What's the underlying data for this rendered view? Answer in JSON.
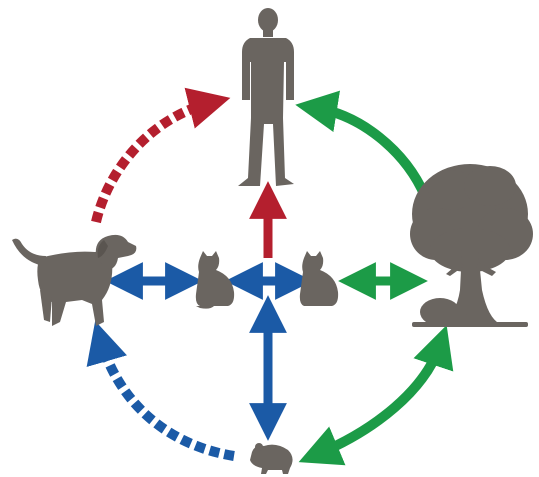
{
  "colors": {
    "silhouette": "#6a6560",
    "red_arrow": "#b41f2e",
    "green_arrow": "#1c9b47",
    "blue_arrow": "#1b5aa6",
    "background": "#ffffff"
  },
  "nodes": [
    {
      "id": "human",
      "icon": "human-silhouette-icon"
    },
    {
      "id": "dog",
      "icon": "dog-silhouette-icon"
    },
    {
      "id": "tree",
      "icon": "tree-silhouette-icon"
    },
    {
      "id": "rodent",
      "icon": "rodent-silhouette-icon"
    },
    {
      "id": "cat_left",
      "icon": "cat-silhouette-icon"
    },
    {
      "id": "cat_right",
      "icon": "cat-silhouette-icon"
    }
  ],
  "edges": [
    {
      "from": "dog",
      "to": "human",
      "color": "red",
      "style": "dashed",
      "direction": "one-way"
    },
    {
      "from": "tree",
      "to": "human",
      "color": "green",
      "style": "solid",
      "direction": "one-way"
    },
    {
      "from": "rodent",
      "to": "tree",
      "color": "green",
      "style": "solid",
      "direction": "two-way"
    },
    {
      "from": "rodent",
      "to": "dog",
      "color": "blue",
      "style": "dashed",
      "direction": "one-way"
    },
    {
      "from": "cats",
      "to": "human",
      "color": "red",
      "style": "solid",
      "direction": "one-way"
    },
    {
      "from": "cats",
      "to": "dog",
      "color": "blue",
      "style": "solid",
      "direction": "two-way"
    },
    {
      "from": "cat_left",
      "to": "cat_right",
      "color": "blue",
      "style": "solid",
      "direction": "two-way"
    },
    {
      "from": "cats",
      "to": "tree",
      "color": "green",
      "style": "solid",
      "direction": "two-way"
    },
    {
      "from": "cats",
      "to": "rodent",
      "color": "blue",
      "style": "solid",
      "direction": "two-way"
    }
  ]
}
